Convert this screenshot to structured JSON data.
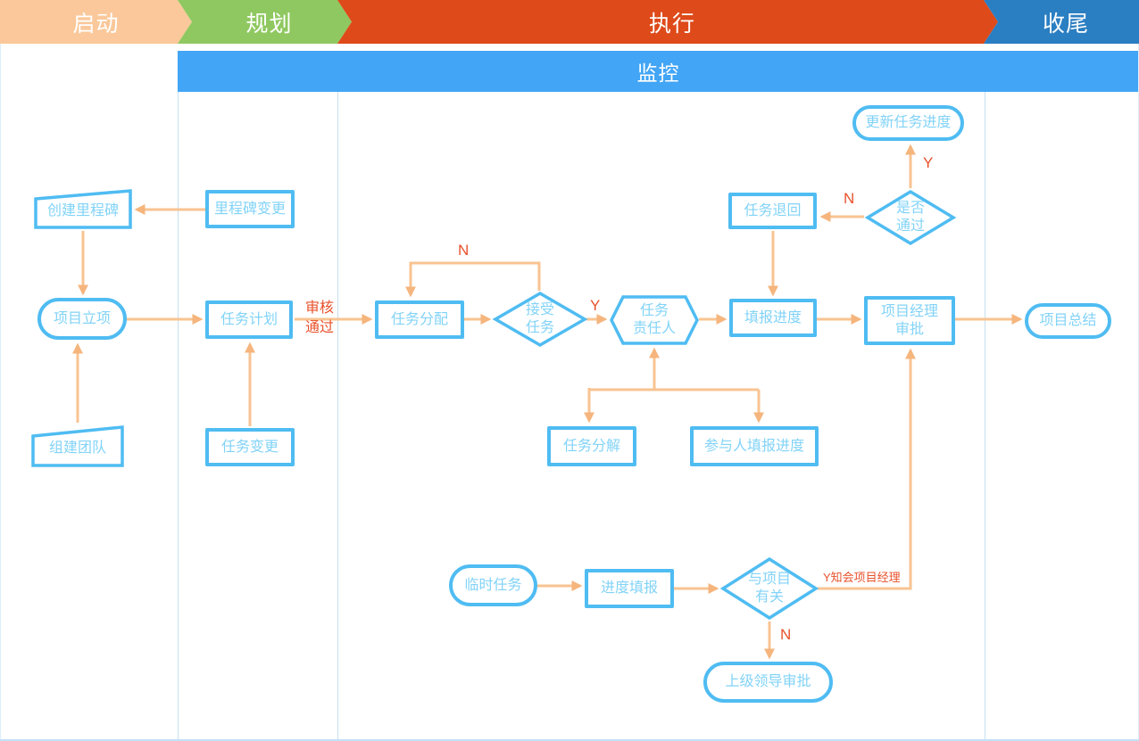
{
  "header": {
    "phases": [
      {
        "id": "qidong",
        "label": "启动",
        "color": "#FAC89A"
      },
      {
        "id": "guihua",
        "label": "规划",
        "color": "#8FC860"
      },
      {
        "id": "zhixing",
        "label": "执行",
        "color": "#DE4A1A"
      },
      {
        "id": "shouwei",
        "label": "收尾",
        "color": "#2A7EC2"
      }
    ],
    "monitor": {
      "label": "监控",
      "color": "#42A5F5"
    }
  },
  "nodes": {
    "create_milestone": {
      "label": "创建里程碑",
      "shape": "manual-input"
    },
    "milestone_change": {
      "label": "里程碑变更",
      "shape": "rect"
    },
    "project_initiation": {
      "label": "项目立项",
      "shape": "stadium"
    },
    "task_plan": {
      "label": "任务计划",
      "shape": "rect"
    },
    "team_building": {
      "label": "组建团队",
      "shape": "manual-input"
    },
    "task_change": {
      "label": "任务变更",
      "shape": "rect"
    },
    "task_assign": {
      "label": "任务分配",
      "shape": "rect"
    },
    "accept_task": {
      "label": "接受\n任务",
      "shape": "diamond"
    },
    "task_owner": {
      "label": "任务\n责任人",
      "shape": "hexagon"
    },
    "fill_progress": {
      "label": "填报进度",
      "shape": "rect"
    },
    "task_return": {
      "label": "任务退回",
      "shape": "rect"
    },
    "pass_check": {
      "label": "是否\n通过",
      "shape": "diamond"
    },
    "update_progress": {
      "label": "更新任务进度",
      "shape": "stadium"
    },
    "pm_approve": {
      "label": "项目经理\n审批",
      "shape": "rect"
    },
    "task_breakdown": {
      "label": "任务分解",
      "shape": "rect"
    },
    "participant_progress": {
      "label": "参与人填报进度",
      "shape": "rect"
    },
    "temp_task": {
      "label": "临时任务",
      "shape": "stadium"
    },
    "progress_report": {
      "label": "进度填报",
      "shape": "rect"
    },
    "project_related": {
      "label": "与项目\n有关",
      "shape": "diamond"
    },
    "leader_approve": {
      "label": "上级领导审批",
      "shape": "stadium"
    },
    "project_summary": {
      "label": "项目总结",
      "shape": "stadium"
    }
  },
  "edge_labels": {
    "audit_pass": "审核\n通过",
    "n_loop": "N",
    "y_accept": "Y",
    "n_pass": "N",
    "y_pass": "Y",
    "y_inform": "Y知会项目经理",
    "n_related": "N"
  },
  "colors": {
    "node_border": "#4FBCF2",
    "node_text": "#82D3F7",
    "arrow": "#F8C392",
    "arrow_head": "#F5B57D",
    "edge_label_red": "#E8512B",
    "lane_line": "#C6DFEF"
  }
}
